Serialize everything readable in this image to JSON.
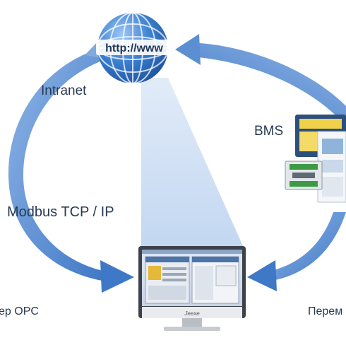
{
  "globe": {
    "text": "http://www"
  },
  "labels": {
    "intranet": "Intranet",
    "bms": "BMS",
    "modbus": "Modbus TCP / IP",
    "opc": "ер OPC",
    "perem": "Перем"
  },
  "monitor": {
    "brand": "Jeexe"
  },
  "colors": {
    "arrow": "#5b8fd0",
    "arrow_light": "#a9c8ee",
    "beam": "#c9dcf4",
    "globe": "#2f6fc4",
    "text": "#2a3a52"
  }
}
